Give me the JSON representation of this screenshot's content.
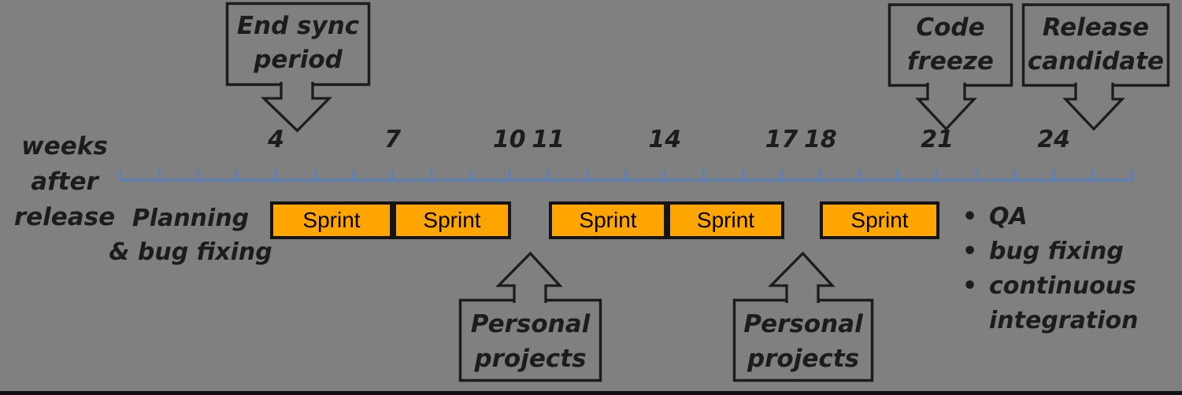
{
  "colors": {
    "background": "#808080",
    "axis": "#5282c3",
    "sprint_fill": "#ffa500",
    "outline": "#1c1c1c",
    "text_color": "#1c1c1c",
    "bottom_bar": "#101010"
  },
  "axis_label": {
    "lines": [
      "weeks",
      "after",
      "release"
    ]
  },
  "timeline": {
    "week_labels": [
      "4",
      "7",
      "10",
      "11",
      "14",
      "17",
      "18",
      "21",
      "24"
    ],
    "weeks_start": 0,
    "weeks_end": 26
  },
  "phases": {
    "planning": {
      "lines": [
        "Planning",
        "& bug fixing"
      ]
    }
  },
  "sprints": [
    "Sprint",
    "Sprint",
    "Sprint",
    "Sprint",
    "Sprint"
  ],
  "callouts": {
    "end_sync": {
      "lines": [
        "End sync",
        "period"
      ]
    },
    "code_freeze": {
      "lines": [
        "Code",
        "freeze"
      ]
    },
    "release_candidate": {
      "lines": [
        "Release",
        "candidate"
      ]
    },
    "personal_projects_1": {
      "lines": [
        "Personal",
        "projects"
      ]
    },
    "personal_projects_2": {
      "lines": [
        "Personal",
        "projects"
      ]
    }
  },
  "qa_list": {
    "bullet": "•",
    "items": [
      "QA",
      "bug fixing",
      "continuous integration"
    ]
  }
}
